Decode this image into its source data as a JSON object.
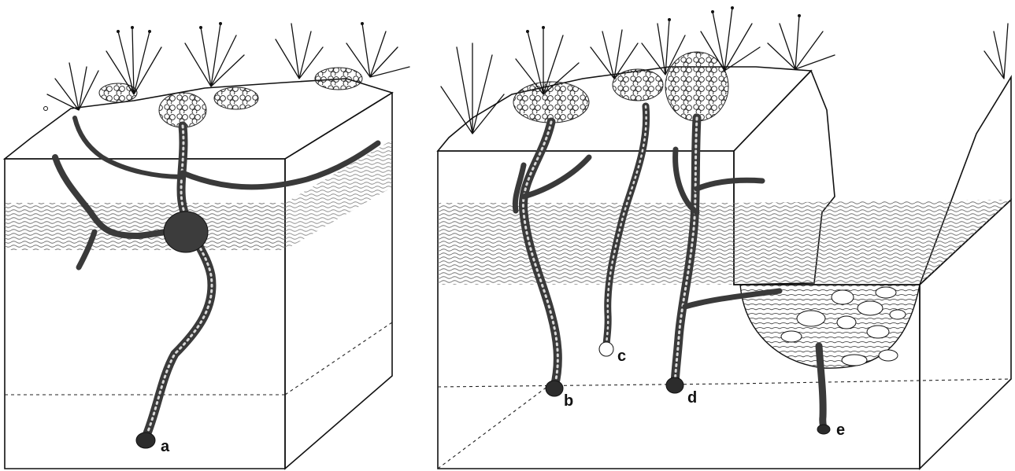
{
  "figure": {
    "labels": {
      "a": "a",
      "b": "b",
      "c": "c",
      "d": "d",
      "e": "e"
    }
  },
  "colors": {
    "ink": "#111111",
    "soil_stipple": "#555555",
    "water_band": "#6f6f6f",
    "background": "#ffffff"
  }
}
